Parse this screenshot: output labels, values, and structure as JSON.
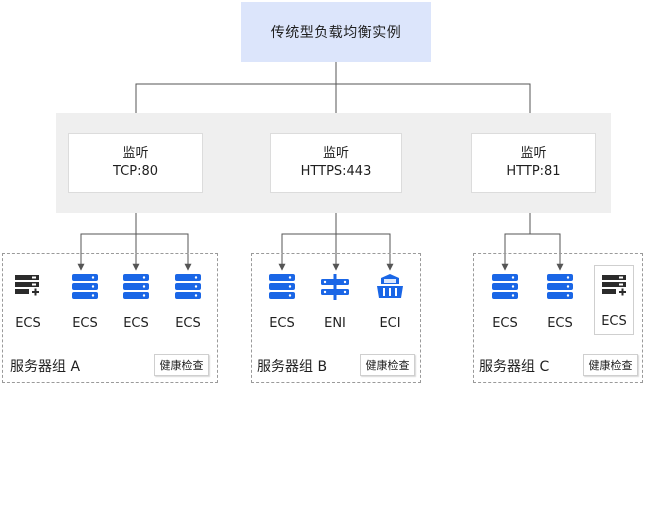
{
  "root": {
    "title": "传统型负载均衡实例"
  },
  "listeners": [
    {
      "name": "监听",
      "protocol": "TCP:80"
    },
    {
      "name": "监听",
      "protocol": "HTTPS:443"
    },
    {
      "name": "监听",
      "protocol": "HTTP:81"
    }
  ],
  "groups": [
    {
      "label": "服务器组 A",
      "health_check": "健康检查",
      "nodes": [
        {
          "label": "ECS",
          "icon": "ecs-inactive-icon"
        },
        {
          "label": "ECS",
          "icon": "ecs-server-icon"
        },
        {
          "label": "ECS",
          "icon": "ecs-server-icon"
        },
        {
          "label": "ECS",
          "icon": "ecs-server-icon"
        }
      ]
    },
    {
      "label": "服务器组 B",
      "health_check": "健康检查",
      "nodes": [
        {
          "label": "ECS",
          "icon": "ecs-server-icon"
        },
        {
          "label": "ENI",
          "icon": "eni-icon"
        },
        {
          "label": "ECI",
          "icon": "eci-icon"
        }
      ]
    },
    {
      "label": "服务器组 C",
      "health_check": "健康检查",
      "nodes": [
        {
          "label": "ECS",
          "icon": "ecs-server-icon"
        },
        {
          "label": "ECS",
          "icon": "ecs-server-icon"
        },
        {
          "label": "ECS",
          "icon": "ecs-inactive-icon"
        }
      ]
    }
  ],
  "colors": {
    "root_fill": "#dce5fb",
    "band_fill": "#efefef",
    "server_blue": "#1a66e6",
    "server_dark": "#2b2b2b",
    "line": "#555555"
  }
}
